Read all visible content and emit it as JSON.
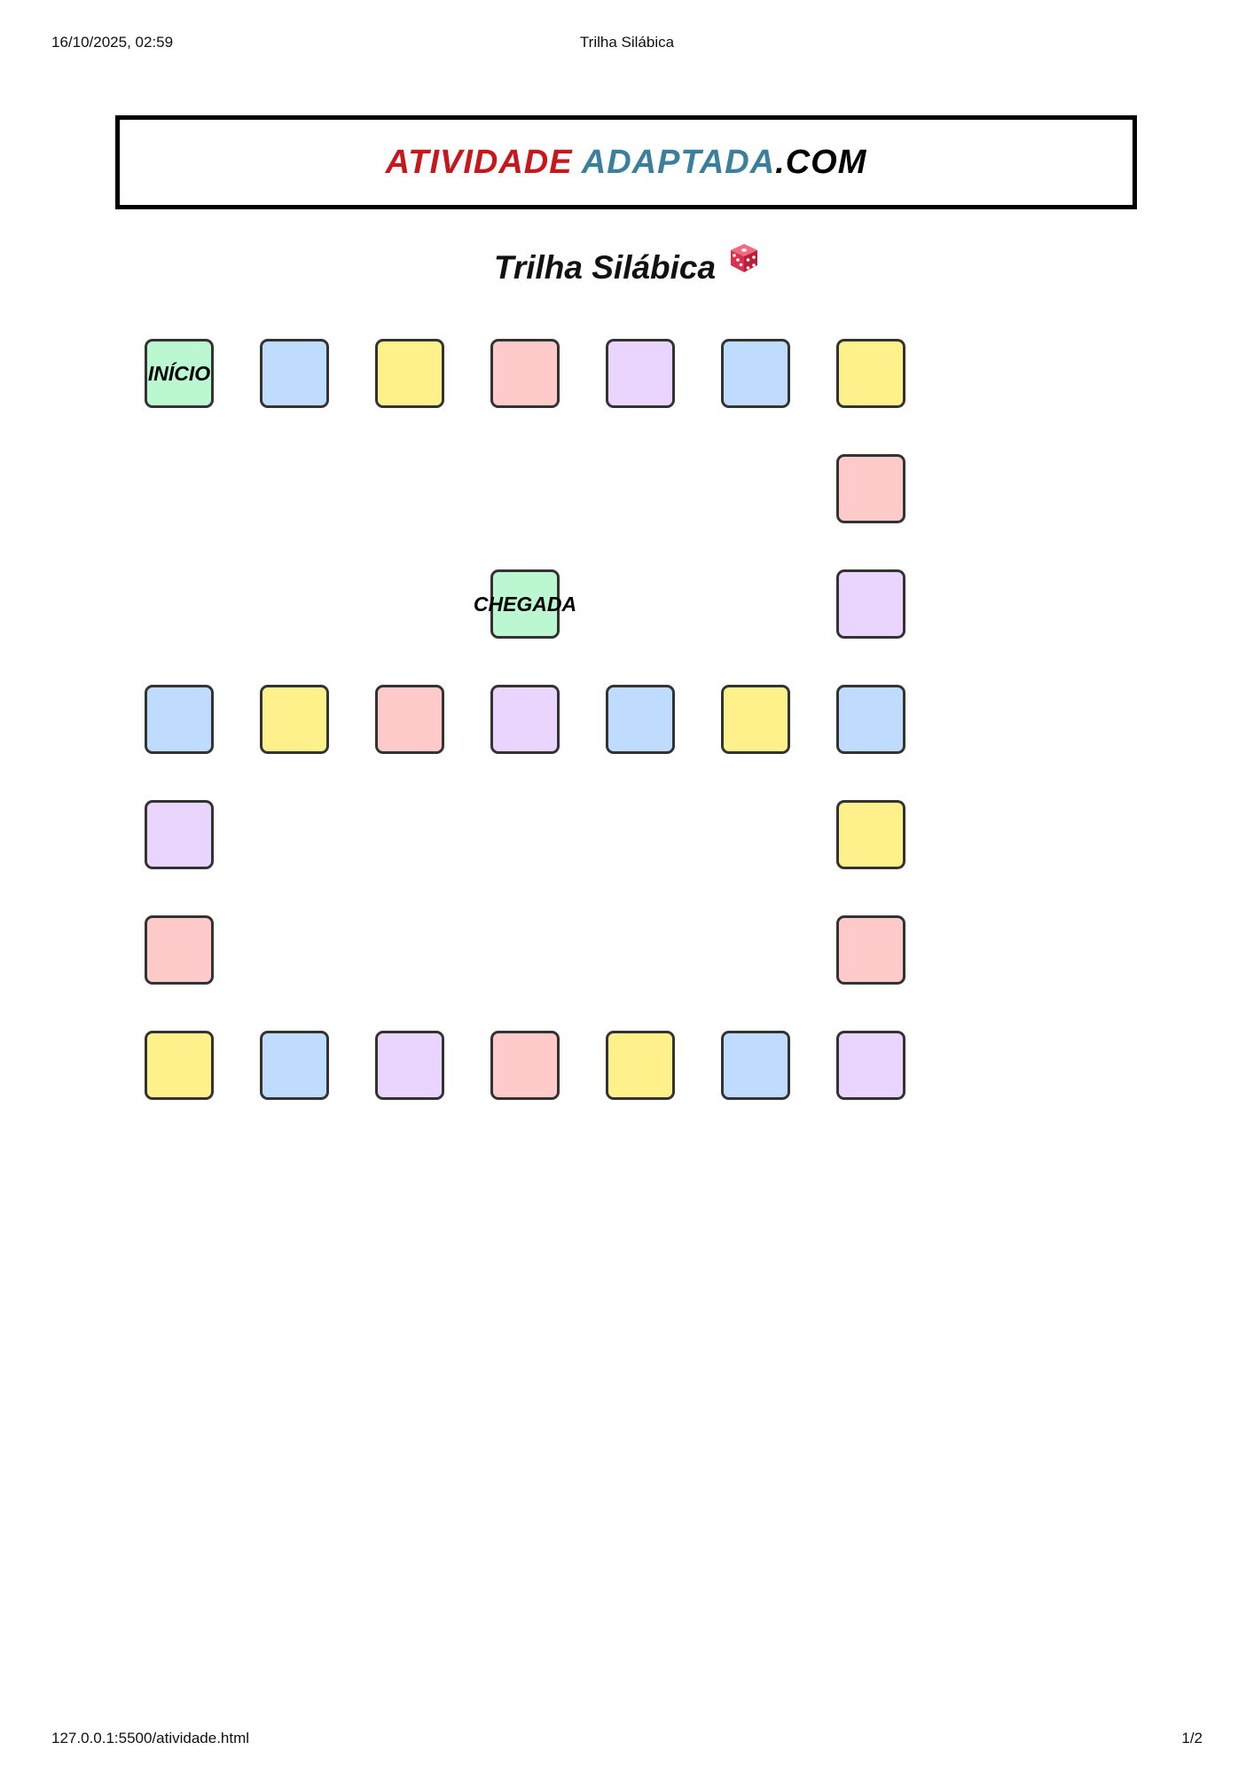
{
  "print_header": {
    "datetime": "16/10/2025, 02:59",
    "page_title": "Trilha Silábica"
  },
  "banner": {
    "part1": "ATIVIDADE",
    "part2": "ADAPTADA",
    "part3": ".COM",
    "colors": {
      "part1": "#c8161d",
      "part2": "#3a7f9b",
      "part3": "#000000"
    }
  },
  "title": "Trilha Silábica",
  "title_icon": "dice-icon",
  "palette": {
    "green": "#bbf7d0",
    "blue": "#bfdbfe",
    "yellow": "#fef08a",
    "pink": "#fecaca",
    "purple": "#e9d5ff",
    "border": "#333333"
  },
  "board": {
    "cells": [
      {
        "row": 0,
        "col": 0,
        "color": "green",
        "label": "INÍCIO"
      },
      {
        "row": 0,
        "col": 1,
        "color": "blue",
        "label": ""
      },
      {
        "row": 0,
        "col": 2,
        "color": "yellow",
        "label": ""
      },
      {
        "row": 0,
        "col": 3,
        "color": "pink",
        "label": ""
      },
      {
        "row": 0,
        "col": 4,
        "color": "purple",
        "label": ""
      },
      {
        "row": 0,
        "col": 5,
        "color": "blue",
        "label": ""
      },
      {
        "row": 0,
        "col": 6,
        "color": "yellow",
        "label": ""
      },
      {
        "row": 1,
        "col": 6,
        "color": "pink",
        "label": ""
      },
      {
        "row": 2,
        "col": 6,
        "color": "purple",
        "label": ""
      },
      {
        "row": 3,
        "col": 6,
        "color": "blue",
        "label": ""
      },
      {
        "row": 4,
        "col": 6,
        "color": "yellow",
        "label": ""
      },
      {
        "row": 5,
        "col": 6,
        "color": "pink",
        "label": ""
      },
      {
        "row": 6,
        "col": 6,
        "color": "purple",
        "label": ""
      },
      {
        "row": 6,
        "col": 5,
        "color": "blue",
        "label": ""
      },
      {
        "row": 6,
        "col": 4,
        "color": "yellow",
        "label": ""
      },
      {
        "row": 6,
        "col": 3,
        "color": "pink",
        "label": ""
      },
      {
        "row": 6,
        "col": 2,
        "color": "purple",
        "label": ""
      },
      {
        "row": 6,
        "col": 1,
        "color": "blue",
        "label": ""
      },
      {
        "row": 6,
        "col": 0,
        "color": "yellow",
        "label": ""
      },
      {
        "row": 5,
        "col": 0,
        "color": "pink",
        "label": ""
      },
      {
        "row": 4,
        "col": 0,
        "color": "purple",
        "label": ""
      },
      {
        "row": 3,
        "col": 0,
        "color": "blue",
        "label": ""
      },
      {
        "row": 3,
        "col": 1,
        "color": "yellow",
        "label": ""
      },
      {
        "row": 3,
        "col": 2,
        "color": "pink",
        "label": ""
      },
      {
        "row": 3,
        "col": 3,
        "color": "purple",
        "label": ""
      },
      {
        "row": 3,
        "col": 4,
        "color": "blue",
        "label": ""
      },
      {
        "row": 3,
        "col": 5,
        "color": "yellow",
        "label": ""
      },
      {
        "row": 2,
        "col": 3,
        "color": "green",
        "label": "CHEGADA"
      }
    ]
  },
  "print_footer": {
    "url": "127.0.0.1:5500/atividade.html",
    "page_number": "1/2"
  }
}
